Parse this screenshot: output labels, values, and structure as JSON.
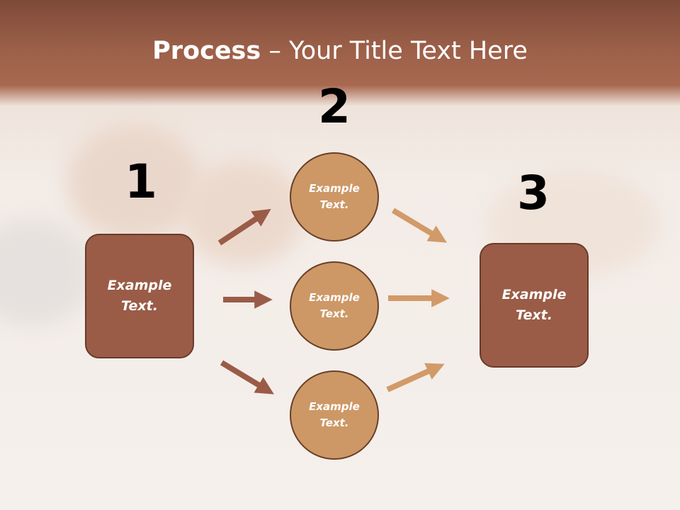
{
  "title": {
    "bold": "Process",
    "rest": " – Your Title Text Here"
  },
  "numbers": [
    "1",
    "2",
    "3"
  ],
  "box_left": {
    "text": "Example\nText."
  },
  "box_right": {
    "text": "Example\nText."
  },
  "circles": [
    {
      "text": "Example\nText."
    },
    {
      "text": "Example\nText."
    },
    {
      "text": "Example\nText."
    }
  ],
  "colors": {
    "box": "#9a5c47",
    "circle": "#cd9866",
    "arrow_left": "#9a5c47",
    "arrow_right": "#d29a68",
    "header": "#9c6049"
  }
}
